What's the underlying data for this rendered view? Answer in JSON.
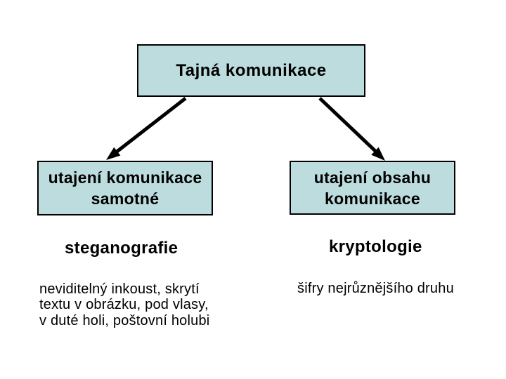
{
  "diagram": {
    "root": {
      "label": "Tajná komunikace"
    },
    "branches": [
      {
        "id": "steganography",
        "box_lines": [
          "utajení komunikace",
          "samotné"
        ],
        "discipline": "steganografie",
        "examples_lines": [
          "neviditelný inkoust, skrytí",
          "textu v obrázku, pod vlasy,",
          "v duté holi, poštovní holubi"
        ]
      },
      {
        "id": "cryptology",
        "box_lines": [
          "utajení obsahu",
          "komunikace"
        ],
        "discipline": "kryptologie",
        "examples_lines": [
          "šifry nejrůznějšího druhu"
        ]
      }
    ]
  },
  "colors": {
    "background": "#ffffff",
    "box_fill": "#bddcde",
    "box_border": "#000000",
    "text": "#000000",
    "arrow": "#000000"
  }
}
